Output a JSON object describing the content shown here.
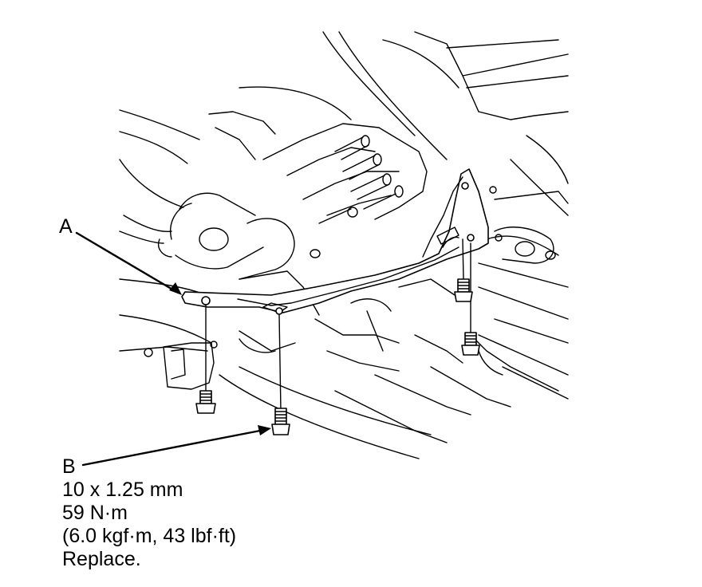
{
  "callouts": {
    "a": "A",
    "b": "B"
  },
  "bolt_spec": {
    "size": "10 x 1.25 mm",
    "torque_nm": "59 N·m",
    "torque_alt": "(6.0 kgf·m, 43 lbf·ft)",
    "note": "Replace."
  }
}
